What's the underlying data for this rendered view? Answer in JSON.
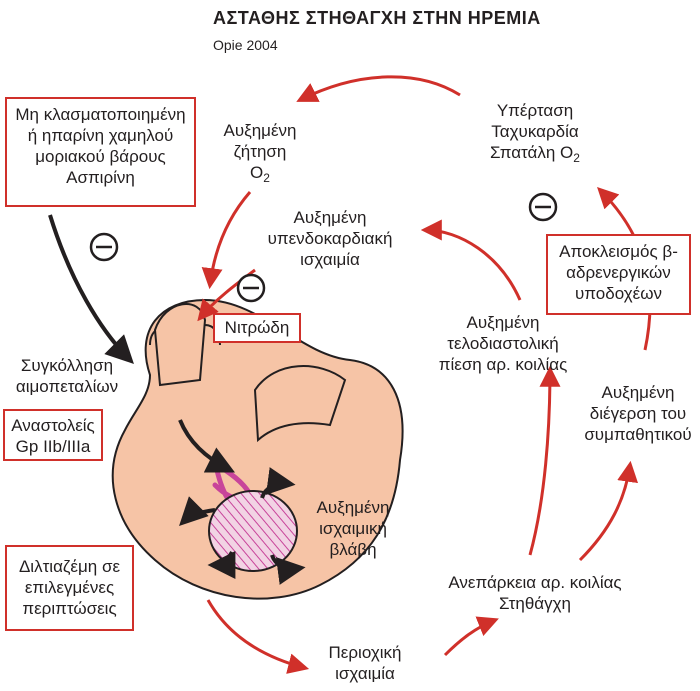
{
  "title": "ΑΣΤΑΘΗΣ ΣΤΗΘΑΓΧΗ ΣΤΗΝ ΗΡΕΜΙΑ",
  "subtitle": "Opie 2004",
  "nodes": {
    "demand": [
      "Αυξημένη",
      "ζήτηση",
      "O"
    ],
    "demand_sub": "2",
    "hypertension": [
      "Υπέρταση",
      "Ταχυκαρδία",
      "Σπατάλη O"
    ],
    "hypertension_sub": "2",
    "subendo": [
      "Αυξημένη",
      "υπενδοκαρδιακή",
      "ισχαιμία"
    ],
    "platelet": [
      "Συγκόλληση",
      "αιμοπεταλίων"
    ],
    "lvedp": [
      "Αυξημένη",
      "τελοδιαστολική",
      "πίεση αρ. κοιλίας"
    ],
    "sympathetic": [
      "Αυξημένη",
      "διέγερση του",
      "συμπαθητικού"
    ],
    "injury": [
      "Αυξημένη",
      "ισχαιμική",
      "βλάβη"
    ],
    "lv_failure": [
      "Ανεπάρκεια αρ. κοιλίας",
      "Στηθάγχη"
    ],
    "regional": [
      "Περιοχική",
      "ισχαιμία"
    ]
  },
  "boxes": {
    "heparin": [
      "Μη κλασματοποιημένη",
      "ή ηπαρίνη χαμηλού",
      "μοριακού βάρους",
      "Ασπιρίνη"
    ],
    "nitrates": [
      "Νιτρώδη"
    ],
    "beta_block": [
      "Αποκλεισμός β-",
      "αδρενεργικών",
      "υποδοχέων"
    ],
    "gp": [
      "Αναστολείς",
      "Gp IIb/IIIa"
    ],
    "diltiazem": [
      "Διλτιαζέμη σε",
      "επιλεγμένες",
      "περιπτώσεις"
    ]
  },
  "minus_symbol": "−",
  "colors": {
    "arrow_red": "#d0302a",
    "box_border": "#d0302a",
    "heart": "#f6c4a6",
    "heart_outline": "#231f20",
    "vessel": "#c8449a"
  }
}
